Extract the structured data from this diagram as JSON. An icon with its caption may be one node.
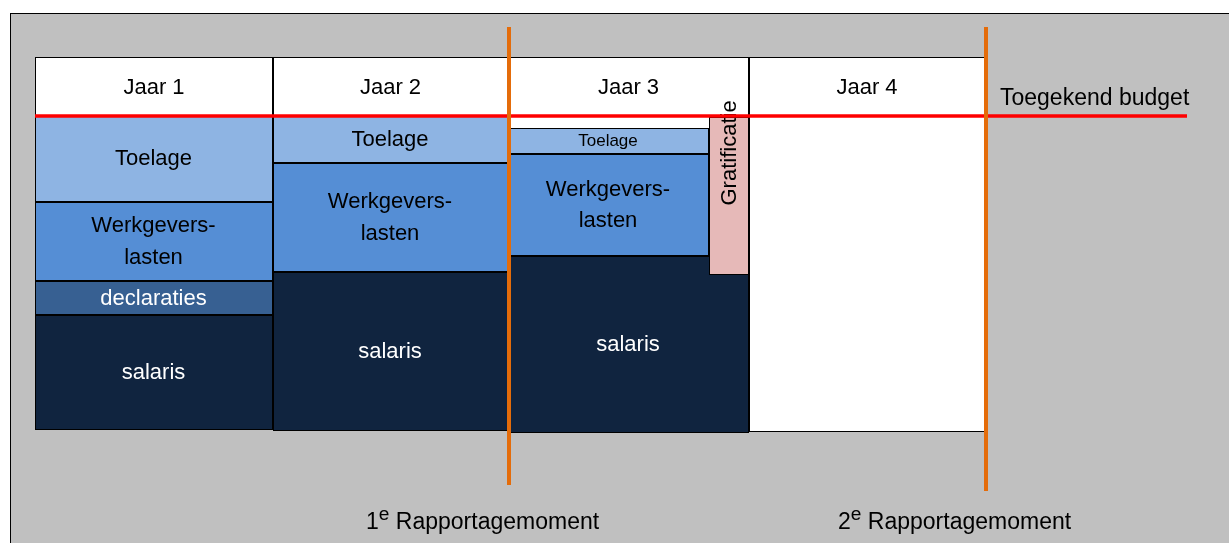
{
  "diagram": {
    "nodes": [
      {
        "text": [
          "Jaar 1"
        ]
      },
      {
        "text": [
          "Toelage"
        ],
        "in": 0
      },
      {
        "text": [
          "Werkgevers-lasten"
        ],
        "in": 0
      },
      {
        "text": [
          "declaraties"
        ],
        "in": 0
      },
      {
        "text": [
          "salaris"
        ],
        "in": 0
      },
      {
        "text": [
          "Jaar 2"
        ]
      },
      {
        "text": [
          "Toelage"
        ],
        "in": 5
      },
      {
        "text": [
          "Werkgevers-lasten"
        ],
        "in": 5
      },
      {
        "text": [
          "salaris"
        ],
        "in": 5
      },
      {
        "text": [
          "Jaar 3"
        ]
      },
      {
        "text": [
          "Toelage"
        ],
        "in": 9
      },
      {
        "text": [
          "Werkgevers-lasten"
        ],
        "in": 9
      },
      {
        "text": [
          "salaris"
        ],
        "in": 9
      },
      {
        "text": [
          "Gratificatie"
        ],
        "in": 9
      },
      {
        "text": [
          "Jaar 4"
        ]
      }
    ],
    "edges": [],
    "labels": [
      "Toegekend budget",
      "1$^{e}$ Rapportagemoment",
      "2$^{e}$ Rapportagemoment"
    ]
  }
}
